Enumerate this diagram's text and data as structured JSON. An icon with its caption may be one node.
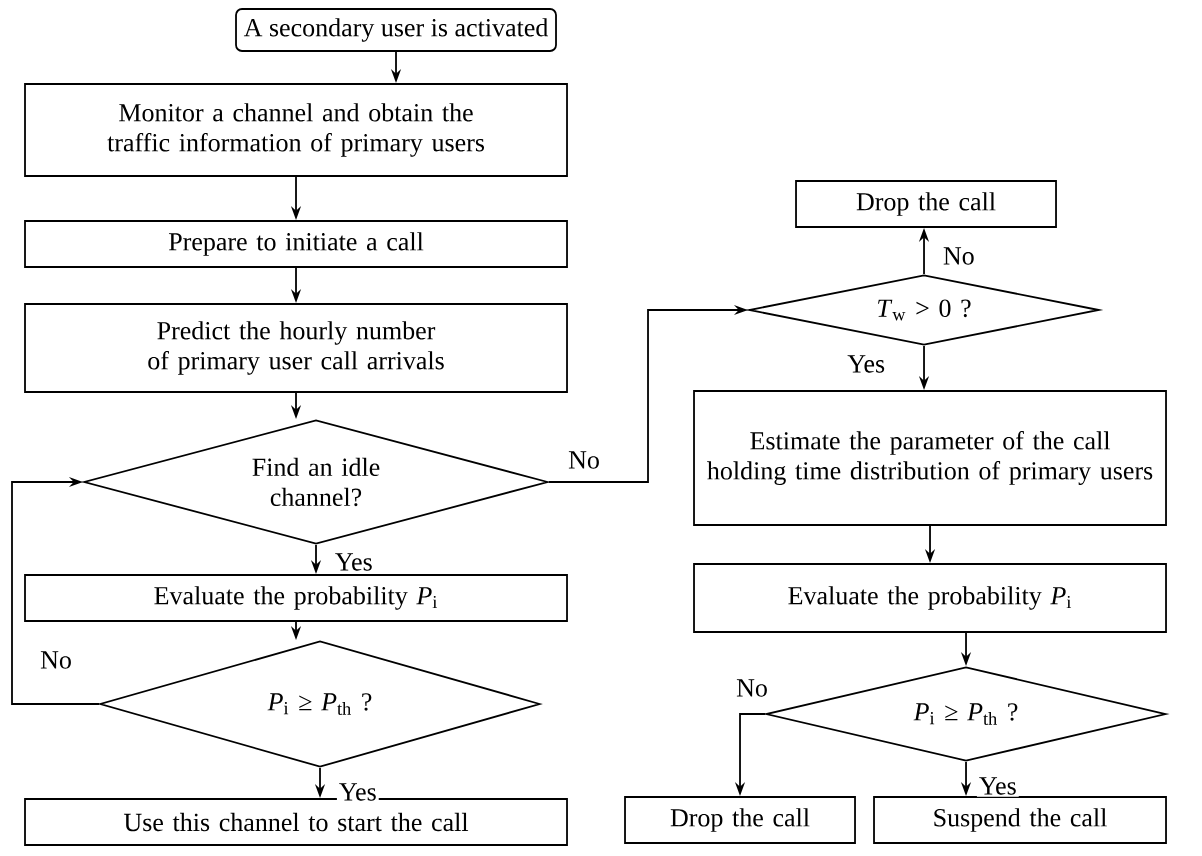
{
  "diagram": {
    "nodes": [
      {
        "text": [
          "A secondary user is activated"
        ]
      },
      {
        "text": [
          "Monitor a channel and obtain the traffic information of primary users"
        ]
      },
      {
        "text": [
          "Prepare to initiate a call"
        ]
      },
      {
        "text": [
          "Predict the hourly number of primary user call arrivals"
        ]
      },
      {
        "text": [
          "Find an idle channel?"
        ]
      },
      {
        "text": [
          "Evaluate the probability *P*$_{i}$"
        ]
      },
      {
        "text": [
          "*P*$_{i}$ ≥ *P*$_{th}$ ?"
        ]
      },
      {
        "text": [
          "Use this channel to start the call"
        ]
      },
      {
        "text": [
          "Drop the call"
        ]
      },
      {
        "text": [
          "*T*$_{w}$ > 0 ?"
        ]
      },
      {
        "text": [
          "Estimate the parameter of the call holding time distribution of primary users"
        ]
      },
      {
        "text": [
          "Evaluate the probability *P*$_{i}$"
        ]
      },
      {
        "text": [
          "*P*$_{i}$ ≥ *P*$_{th}$ ?"
        ]
      },
      {
        "text": [
          "Drop the call"
        ]
      },
      {
        "text": [
          "Suspend the call"
        ]
      }
    ],
    "edges": [
      {
        "from": 0,
        "to": 1,
        "arrow": "to"
      },
      {
        "from": 1,
        "to": 2,
        "arrow": "to"
      },
      {
        "from": 2,
        "to": 3,
        "arrow": "to"
      },
      {
        "from": 3,
        "to": 4,
        "arrow": "to"
      },
      {
        "from": 4,
        "to": 5,
        "arrow": "to",
        "label": "Yes"
      },
      {
        "from": 5,
        "to": 6,
        "arrow": "to"
      },
      {
        "from": 6,
        "to": 7,
        "arrow": "to",
        "label": "Yes"
      },
      {
        "from": 6,
        "to": 4,
        "arrow": "to",
        "label": "No"
      },
      {
        "from": 4,
        "to": 9,
        "arrow": "to",
        "label": "No"
      },
      {
        "from": 9,
        "to": 8,
        "arrow": "to",
        "label": "No"
      },
      {
        "from": 9,
        "to": 10,
        "arrow": "to",
        "label": "Yes"
      },
      {
        "from": 10,
        "to": 11,
        "arrow": "to"
      },
      {
        "from": 11,
        "to": 12,
        "arrow": "to"
      },
      {
        "from": 12,
        "to": 13,
        "arrow": "to",
        "label": "No"
      },
      {
        "from": 12,
        "to": 14,
        "arrow": "to",
        "label": "Yes"
      }
    ]
  }
}
